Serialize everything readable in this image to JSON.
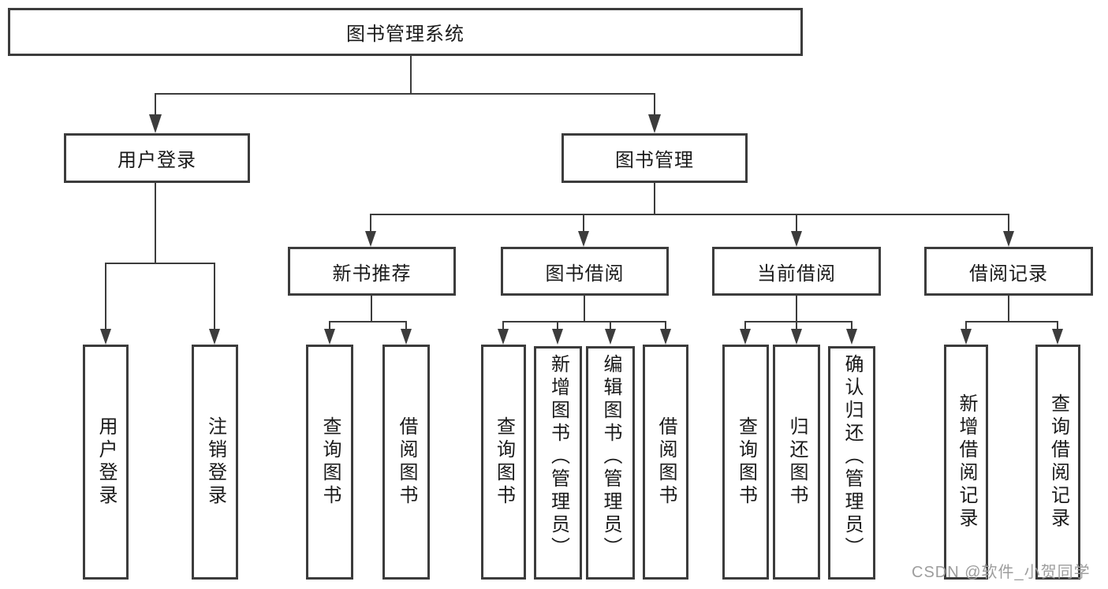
{
  "tree": {
    "root": {
      "label": "图书管理系统"
    },
    "branches": [
      {
        "label": "用户登录",
        "children": [
          {
            "label": "用户登录"
          },
          {
            "label": "注销登录"
          }
        ]
      },
      {
        "label": "图书管理",
        "children": [
          {
            "label": "新书推荐",
            "children": [
              {
                "label": "查询图书"
              },
              {
                "label": "借阅图书"
              }
            ]
          },
          {
            "label": "图书借阅",
            "children": [
              {
                "label": "查询图书"
              },
              {
                "label": "新增图书（管理员）"
              },
              {
                "label": "编辑图书（管理员）"
              },
              {
                "label": "借阅图书"
              }
            ]
          },
          {
            "label": "当前借阅",
            "children": [
              {
                "label": "查询图书"
              },
              {
                "label": "归还图书"
              },
              {
                "label": "确认归还（管理员）"
              }
            ]
          },
          {
            "label": "借阅记录",
            "children": [
              {
                "label": "新增借阅记录"
              },
              {
                "label": "查询借阅记录"
              }
            ]
          }
        ]
      }
    ]
  },
  "watermark": {
    "text": "CSDN @软件_小贺同学"
  },
  "colors": {
    "line": "#3c3c3c",
    "text": "#1a1a1a",
    "watermark": "#9d9d9d",
    "background": "#ffffff"
  }
}
